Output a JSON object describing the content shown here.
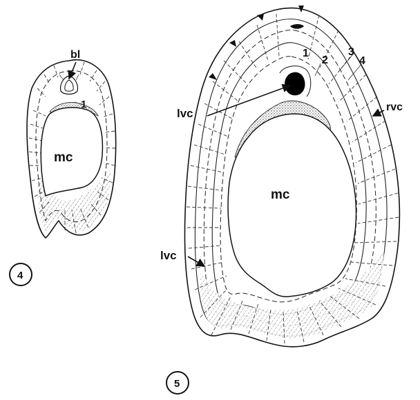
{
  "figure_4": {
    "label_bl": "bl",
    "label_1": "1",
    "label_mc": "mc",
    "number": "4"
  },
  "figure_5": {
    "label_lvc_upper": "lvc",
    "label_lvc_lower": "lvc",
    "label_rvc": "rvc",
    "label_mc": "mc",
    "ring_labels": [
      "1",
      "2",
      "3",
      "4"
    ],
    "number": "5"
  }
}
